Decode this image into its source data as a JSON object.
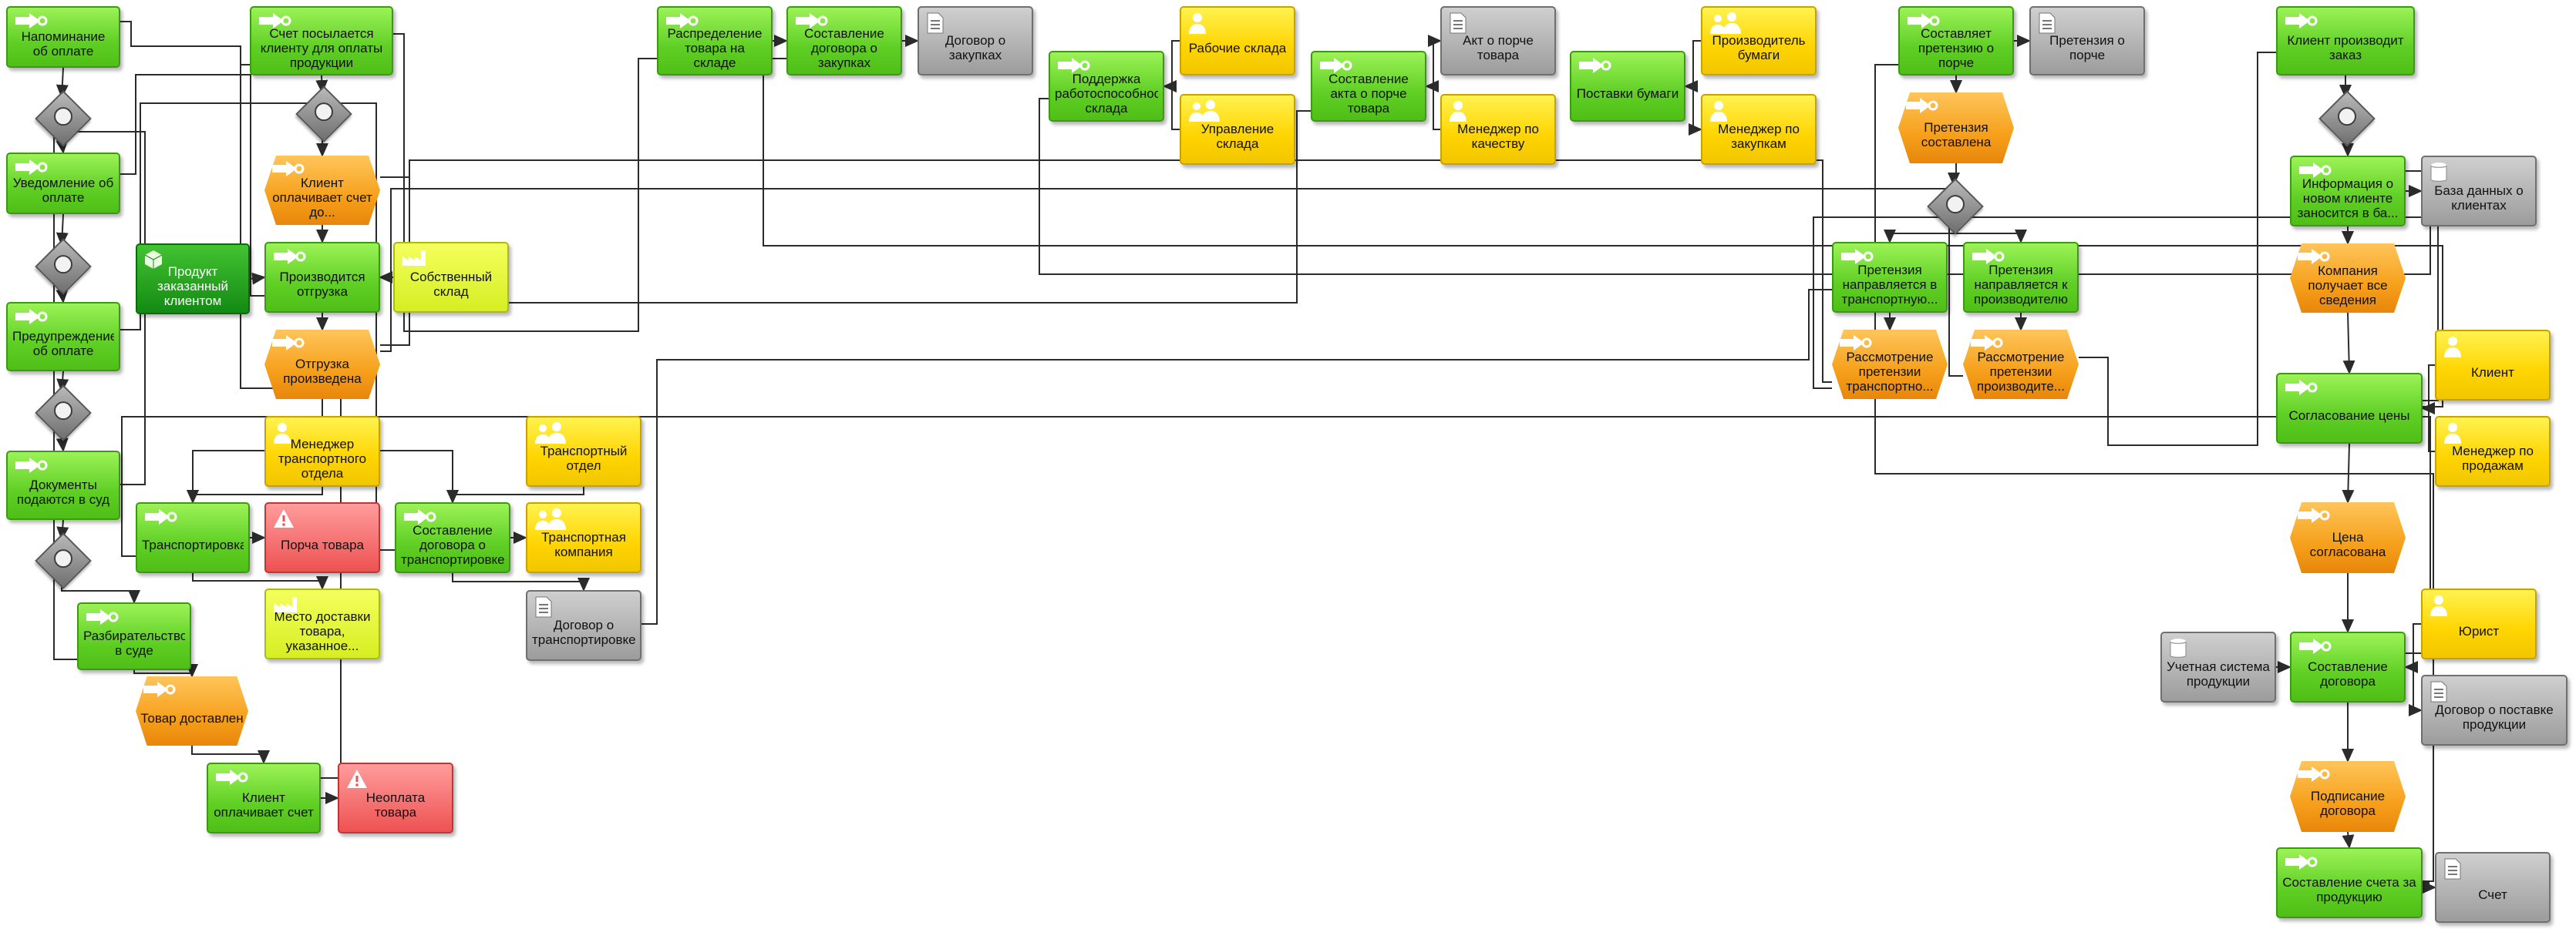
{
  "diagram": {
    "colors": {
      "function": "#5fcf24",
      "product": "#138a13",
      "event": "#f6a01b",
      "org": "#ffd400",
      "doc": "#9c9c9c",
      "risk": "#ee5252",
      "location": "#d6ee22",
      "connector": "#2b2b2b"
    },
    "nodes": [
      {
        "id": "n1",
        "type": "function",
        "icon": "function-arrow-icon",
        "label": "Напоминание об оплате"
      },
      {
        "id": "g1",
        "type": "gateway",
        "icon": "xor-gateway-icon",
        "label": ""
      },
      {
        "id": "n2",
        "type": "function",
        "icon": "function-arrow-icon",
        "label": "Уведомление об оплате"
      },
      {
        "id": "g2",
        "type": "gateway",
        "icon": "xor-gateway-icon",
        "label": ""
      },
      {
        "id": "n3",
        "type": "function",
        "icon": "function-arrow-icon",
        "label": "Предупреждение об оплате"
      },
      {
        "id": "g3",
        "type": "gateway",
        "icon": "xor-gateway-icon",
        "label": ""
      },
      {
        "id": "n4",
        "type": "function",
        "icon": "function-arrow-icon",
        "label": "Документы подаются в суд"
      },
      {
        "id": "g4",
        "type": "gateway",
        "icon": "xor-gateway-icon",
        "label": ""
      },
      {
        "id": "n5",
        "type": "function",
        "icon": "function-arrow-icon",
        "label": "Разбирательство в суде"
      },
      {
        "id": "e1",
        "type": "event",
        "icon": "event-icon",
        "label": "Товар доставлен"
      },
      {
        "id": "n6",
        "type": "function",
        "icon": "function-arrow-icon",
        "label": "Клиент оплачивает счет"
      },
      {
        "id": "r1",
        "type": "risk",
        "icon": "warning-icon",
        "label": "Неоплата товара"
      },
      {
        "id": "p1",
        "type": "product",
        "icon": "cube-icon",
        "label": "Продукт заказанный клиентом"
      },
      {
        "id": "n7",
        "type": "function",
        "icon": "function-arrow-icon",
        "label": "Транспортировка"
      },
      {
        "id": "n8",
        "type": "function",
        "icon": "function-arrow-icon",
        "label": "Счет посылается клиенту для оплаты продукции"
      },
      {
        "id": "g5",
        "type": "gateway",
        "icon": "xor-gateway-icon",
        "label": ""
      },
      {
        "id": "e2",
        "type": "event",
        "icon": "event-icon",
        "label": "Клиент оплачивает счет до..."
      },
      {
        "id": "n9",
        "type": "function",
        "icon": "function-arrow-icon",
        "label": "Производится отгрузка"
      },
      {
        "id": "l1",
        "type": "location",
        "icon": "factory-icon",
        "label": "Собственный склад"
      },
      {
        "id": "e3",
        "type": "event",
        "icon": "event-icon",
        "label": "Отгрузка произведена"
      },
      {
        "id": "o1",
        "type": "org",
        "icon": "person-icon",
        "label": "Менеджер транспортного отдела"
      },
      {
        "id": "r2",
        "type": "risk",
        "icon": "warning-icon",
        "label": "Порча товара"
      },
      {
        "id": "l2",
        "type": "location",
        "icon": "factory-icon",
        "label": "Место доставки товара, указанное..."
      },
      {
        "id": "n10",
        "type": "function",
        "icon": "function-arrow-icon",
        "label": "Составление договора о транспортировке"
      },
      {
        "id": "o2",
        "type": "org",
        "icon": "group-icon",
        "label": "Транспортный отдел"
      },
      {
        "id": "o3",
        "type": "org",
        "icon": "group-icon",
        "label": "Транспортная компания"
      },
      {
        "id": "d1",
        "type": "doc",
        "icon": "document-icon",
        "label": "Договор о транспортировке"
      },
      {
        "id": "n11",
        "type": "function",
        "icon": "function-arrow-icon",
        "label": "Распределение товара на складе"
      },
      {
        "id": "n12",
        "type": "function",
        "icon": "function-arrow-icon",
        "label": "Составление договора о закупках"
      },
      {
        "id": "d2",
        "type": "doc",
        "icon": "document-icon",
        "label": "Договор о закупках"
      },
      {
        "id": "n13",
        "type": "function",
        "icon": "function-arrow-icon",
        "label": "Поддержка работоспособности склада"
      },
      {
        "id": "o4",
        "type": "org",
        "icon": "person-icon",
        "label": "Рабочие склада"
      },
      {
        "id": "o5",
        "type": "org",
        "icon": "group-icon",
        "label": "Управление склада"
      },
      {
        "id": "n14",
        "type": "function",
        "icon": "function-arrow-icon",
        "label": "Составление акта о порче товара"
      },
      {
        "id": "d3",
        "type": "doc",
        "icon": "document-icon",
        "label": "Акт о порче товара"
      },
      {
        "id": "o6",
        "type": "org",
        "icon": "person-icon",
        "label": "Менеджер по качеству"
      },
      {
        "id": "n15",
        "type": "function",
        "icon": "function-arrow-icon",
        "label": "Поставки бумаги"
      },
      {
        "id": "o7",
        "type": "org",
        "icon": "group-icon",
        "label": "Производитель бумаги"
      },
      {
        "id": "o8",
        "type": "org",
        "icon": "person-icon",
        "label": "Менеджер по закупкам"
      },
      {
        "id": "n16",
        "type": "function",
        "icon": "function-arrow-icon",
        "label": "Составляет претензию о порче"
      },
      {
        "id": "d4",
        "type": "doc",
        "icon": "document-icon",
        "label": "Претензия о порче"
      },
      {
        "id": "e4",
        "type": "event",
        "icon": "event-icon",
        "label": "Претензия составлена"
      },
      {
        "id": "g6",
        "type": "gateway",
        "icon": "xor-gateway-icon",
        "label": ""
      },
      {
        "id": "n17",
        "type": "function",
        "icon": "function-arrow-icon",
        "label": "Претензия направляется в транспортную..."
      },
      {
        "id": "n18",
        "type": "function",
        "icon": "function-arrow-icon",
        "label": "Претензия направляется к производителю"
      },
      {
        "id": "e5",
        "type": "event",
        "icon": "event-icon",
        "label": "Рассмотрение претензии транспортно..."
      },
      {
        "id": "e6",
        "type": "event",
        "icon": "event-icon",
        "label": "Рассмотрение претензии производите..."
      },
      {
        "id": "n19",
        "type": "function",
        "icon": "function-arrow-icon",
        "label": "Клиент производит заказ"
      },
      {
        "id": "g7",
        "type": "gateway",
        "icon": "xor-gateway-icon",
        "label": ""
      },
      {
        "id": "n20",
        "type": "function",
        "icon": "function-arrow-icon",
        "label": "Информация о новом клиенте заносится в ба..."
      },
      {
        "id": "d5",
        "type": "doc",
        "icon": "database-icon",
        "label": "База данных о клиентах"
      },
      {
        "id": "e7",
        "type": "event",
        "icon": "event-icon",
        "label": "Компания получает все сведения"
      },
      {
        "id": "o9",
        "type": "org",
        "icon": "person-icon",
        "label": "Клиент"
      },
      {
        "id": "n21",
        "type": "function",
        "icon": "function-arrow-icon",
        "label": "Согласование цены"
      },
      {
        "id": "o10",
        "type": "org",
        "icon": "person-icon",
        "label": "Менеджер по продажам"
      },
      {
        "id": "e8",
        "type": "event",
        "icon": "event-icon",
        "label": "Цена согласована"
      },
      {
        "id": "o11",
        "type": "org",
        "icon": "person-icon",
        "label": "Юрист"
      },
      {
        "id": "d6",
        "type": "doc",
        "icon": "database-icon",
        "label": "Учетная система продукции"
      },
      {
        "id": "n22",
        "type": "function",
        "icon": "function-arrow-icon",
        "label": "Составление договора"
      },
      {
        "id": "d7",
        "type": "doc",
        "icon": "document-icon",
        "label": "Договор о поставке продукции"
      },
      {
        "id": "e9",
        "type": "event",
        "icon": "event-icon",
        "label": "Подписание договора"
      },
      {
        "id": "n23",
        "type": "function",
        "icon": "function-arrow-icon",
        "label": "Составление счета за продукцию"
      },
      {
        "id": "d8",
        "type": "doc",
        "icon": "document-icon",
        "label": "Счет"
      }
    ],
    "edges": [
      [
        "n1",
        "g1"
      ],
      [
        "g1",
        "n2"
      ],
      [
        "n2",
        "g2"
      ],
      [
        "g2",
        "n3"
      ],
      [
        "n3",
        "g3"
      ],
      [
        "g3",
        "n4"
      ],
      [
        "n4",
        "g4"
      ],
      [
        "g4",
        "n5"
      ],
      [
        "n5",
        "e1"
      ],
      [
        "e1",
        "n6"
      ],
      [
        "n6",
        "r1"
      ],
      [
        "p1",
        "n9"
      ],
      [
        "n8",
        "g5"
      ],
      [
        "g5",
        "e2"
      ],
      [
        "e2",
        "n9"
      ],
      [
        "l1",
        "n9"
      ],
      [
        "n9",
        "e3"
      ],
      [
        "e3",
        "n7"
      ],
      [
        "o1",
        "n7"
      ],
      [
        "n7",
        "r2"
      ],
      [
        "n7",
        "l2"
      ],
      [
        "e3",
        "n10"
      ],
      [
        "n10",
        "o3"
      ],
      [
        "o2",
        "n10"
      ],
      [
        "n10",
        "d1"
      ],
      [
        "n11",
        "n12"
      ],
      [
        "n12",
        "d2"
      ],
      [
        "o4",
        "n13"
      ],
      [
        "o5",
        "n13"
      ],
      [
        "n14",
        "d3"
      ],
      [
        "o6",
        "n14"
      ],
      [
        "o7",
        "n15"
      ],
      [
        "n15",
        "o8"
      ],
      [
        "n16",
        "d4"
      ],
      [
        "n16",
        "e4"
      ],
      [
        "e4",
        "g6"
      ],
      [
        "g6",
        "n17"
      ],
      [
        "g6",
        "n18"
      ],
      [
        "n17",
        "e5"
      ],
      [
        "n18",
        "e6"
      ],
      [
        "n19",
        "g7"
      ],
      [
        "g7",
        "n20"
      ],
      [
        "n20",
        "d5"
      ],
      [
        "n20",
        "e7"
      ],
      [
        "e7",
        "n21"
      ],
      [
        "o9",
        "n21"
      ],
      [
        "o10",
        "n21"
      ],
      [
        "n21",
        "e8"
      ],
      [
        "e8",
        "n22"
      ],
      [
        "d6",
        "n22"
      ],
      [
        "o11",
        "n22"
      ],
      [
        "n22",
        "d7"
      ],
      [
        "n22",
        "e9"
      ],
      [
        "e9",
        "n23"
      ],
      [
        "n23",
        "d8"
      ]
    ],
    "long_lines": [
      [
        "n1",
        "n8"
      ],
      [
        "n2",
        "n9"
      ],
      [
        "n3",
        "n10"
      ],
      [
        "n4",
        "n5"
      ],
      [
        "e3",
        "e5"
      ],
      [
        "e3",
        "e6"
      ],
      [
        "n21",
        "e5"
      ],
      [
        "n21",
        "n12"
      ],
      [
        "n20",
        "n13"
      ],
      [
        "e2",
        "n14"
      ],
      [
        "n8",
        "n11"
      ],
      [
        "d1",
        "n17"
      ],
      [
        "n6",
        "n8"
      ],
      [
        "n22",
        "n7"
      ],
      [
        "e6",
        "n19"
      ],
      [
        "n23",
        "n16"
      ]
    ]
  }
}
